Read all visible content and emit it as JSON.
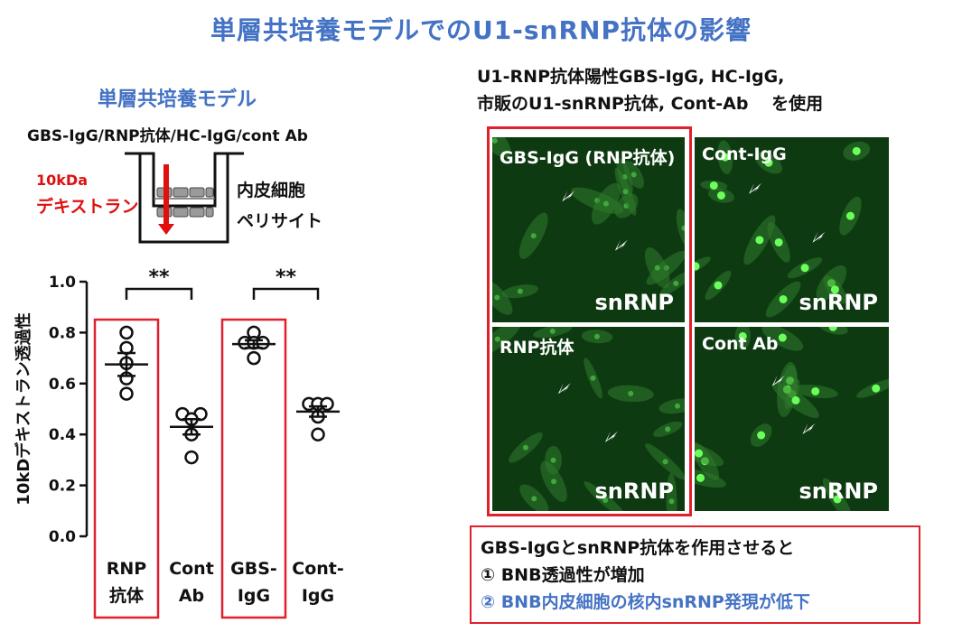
{
  "title": "単層共培養モデルでのU1-snRNP抗体の影響",
  "model": {
    "title": "単層共培養モデル",
    "antibodies_label": "GBS-IgG/RNP抗体/HC-IgG/cont Ab",
    "dextran_line1": "10kDa",
    "dextran_line2": "デキストラン",
    "endothelial_label": "内皮細胞",
    "pericyte_label": "ペリサイト",
    "arrow_color": "#e01010"
  },
  "chart_data": {
    "type": "scatter",
    "ylabel": "10kDデキストラン透過性",
    "ylim": [
      0.0,
      1.0
    ],
    "yticks": [
      "0.0",
      "0.2",
      "0.4",
      "0.6",
      "0.8",
      "1.0"
    ],
    "categories": [
      {
        "line1": "RNP",
        "line2": "抗体",
        "highlighted": true,
        "points": [
          0.8,
          0.74,
          0.68,
          0.62,
          0.56
        ],
        "mean": 0.675,
        "sem": 0.045
      },
      {
        "line1": "Cont",
        "line2": "Ab",
        "highlighted": false,
        "points": [
          0.48,
          0.48,
          0.46,
          0.4,
          0.31
        ],
        "mean": 0.43,
        "sem": 0.03
      },
      {
        "line1": "GBS-",
        "line2": "IgG",
        "highlighted": true,
        "points": [
          0.8,
          0.76,
          0.76,
          0.76,
          0.7
        ],
        "mean": 0.755,
        "sem": 0.015
      },
      {
        "line1": "Cont-",
        "line2": "IgG",
        "highlighted": false,
        "points": [
          0.52,
          0.52,
          0.52,
          0.47,
          0.4
        ],
        "mean": 0.49,
        "sem": 0.02
      }
    ],
    "significance": [
      {
        "from": 0,
        "to": 1,
        "label": "**"
      },
      {
        "from": 2,
        "to": 3,
        "label": "**"
      }
    ],
    "highlight_color": "#e0202a"
  },
  "info": {
    "line1": "U1-RNP抗体陽性GBS-IgG, HC-IgG,",
    "line2": "市販のU1-snRNP抗体, Cont-Ab　 を使用"
  },
  "images": [
    {
      "label": "GBS-IgG (RNP抗体)",
      "stain": "snRNP",
      "highlighted": true
    },
    {
      "label": "Cont-IgG",
      "stain": "snRNP",
      "highlighted": false
    },
    {
      "label": "RNP抗体",
      "stain": "snRNP",
      "highlighted": true
    },
    {
      "label": "Cont Ab",
      "stain": "snRNP",
      "highlighted": false
    }
  ],
  "summary": {
    "line1": "GBS-IgGとsnRNP抗体を作用させると",
    "line2": "① BNB透過性が増加",
    "line3": "② BNB内皮細胞の核内snRNP発現が低下",
    "line3_color": "#4472c4"
  }
}
